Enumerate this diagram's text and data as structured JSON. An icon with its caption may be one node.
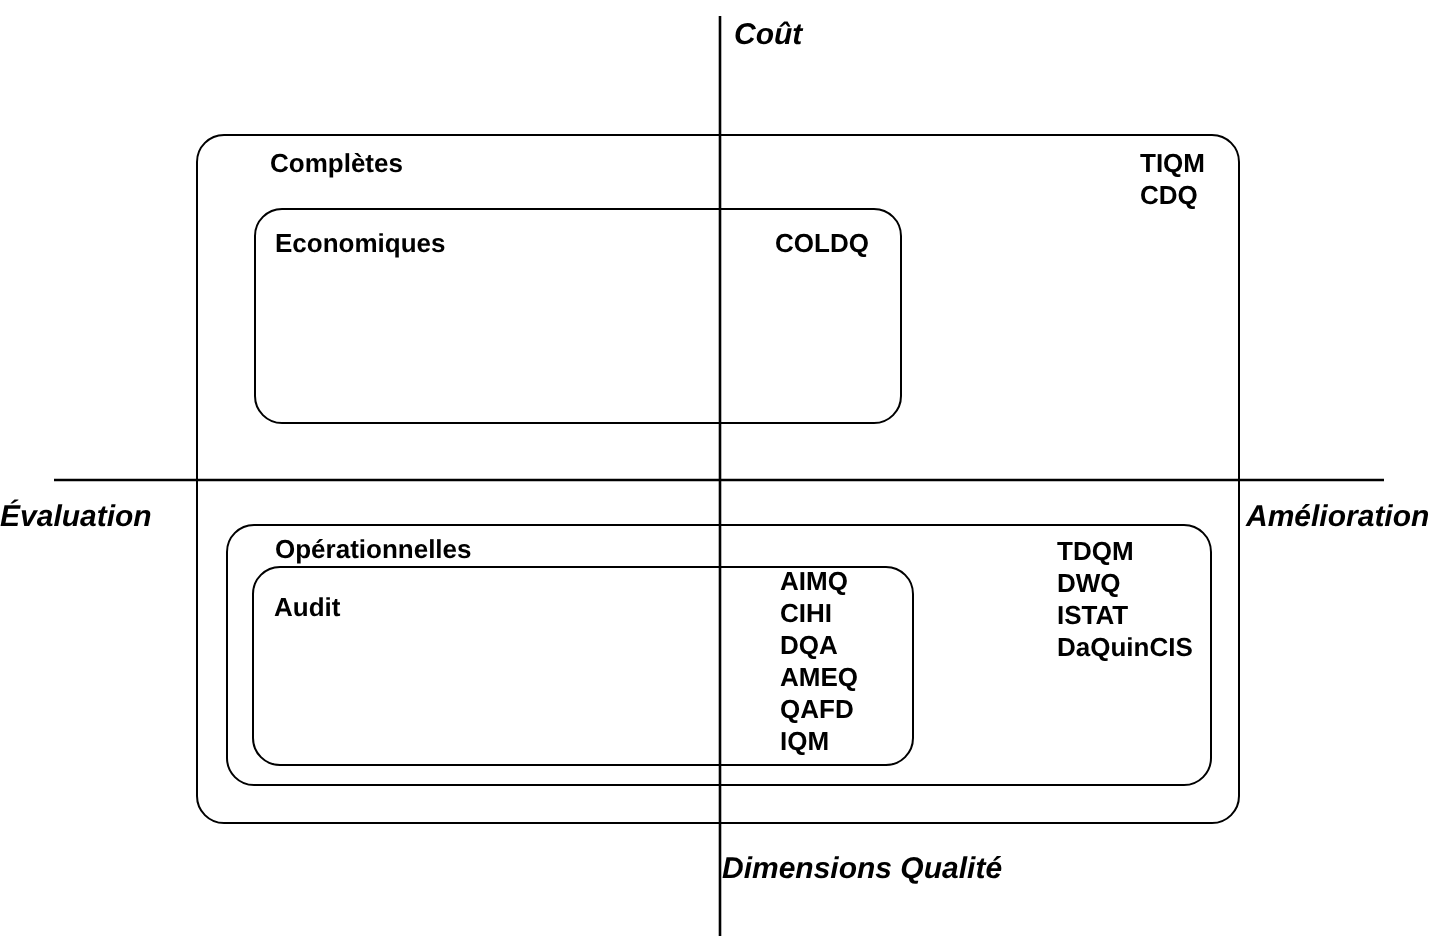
{
  "diagram": {
    "nodes": [
      {
        "text": [
          "Complètes",
          "TIQM CDQ"
        ]
      },
      {
        "text": [
          "Economiques",
          "COLDQ"
        ],
        "in": 0
      },
      {
        "text": [
          "Opérationnelles",
          "TDQM DWQ ISTAT DaQuinCIS"
        ],
        "in": 0
      },
      {
        "text": [
          "Audit",
          "AIMQ CIHI DQA AMEQ QAFD IQM"
        ],
        "in": 2
      }
    ],
    "edges": [],
    "labels": [
      "Coût",
      "Évaluation",
      "Amélioration",
      "Dimensions Qualité"
    ]
  }
}
